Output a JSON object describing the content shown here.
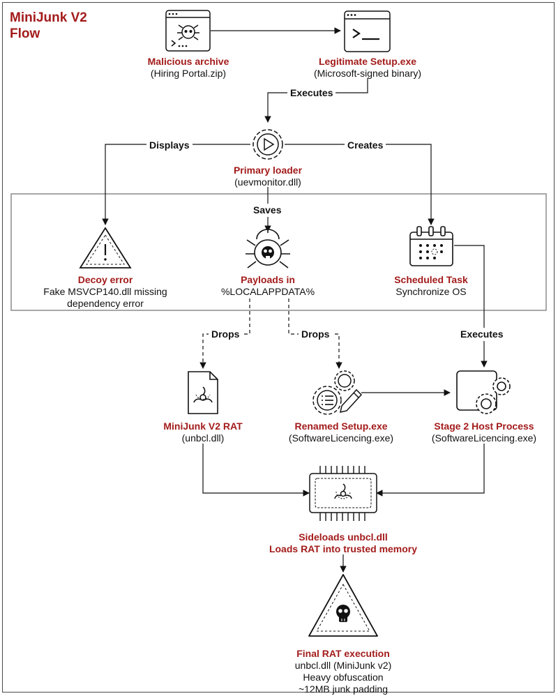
{
  "title": {
    "line1": "MiniJunk V2",
    "line2": "Flow"
  },
  "colors": {
    "accent": "#a31b1b",
    "line": "#111111",
    "box": "#8a8a8a"
  },
  "nodes": {
    "malicious_archive": {
      "icon": "skull-terminal-window-icon",
      "title": "Malicious archive",
      "detail": "(Hiring Portal.zip)"
    },
    "legit_setup": {
      "icon": "terminal-window-icon",
      "title": "Legitimate Setup.exe",
      "detail": "(Microsoft-signed binary)"
    },
    "primary_loader": {
      "icon": "play-gear-icon",
      "title": "Primary loader",
      "detail": "(uevmonitor.dll)"
    },
    "decoy_error": {
      "icon": "warning-triangle-icon",
      "title": "Decoy error",
      "detail1": "Fake MSVCP140.dll missing",
      "detail2": "dependency error"
    },
    "payloads": {
      "icon": "skull-bug-icon",
      "title": "Payloads in",
      "detail": "%LOCALAPPDATA%"
    },
    "scheduled_task": {
      "icon": "calendar-icon",
      "title": "Scheduled Task",
      "detail": "Synchronize OS"
    },
    "rat": {
      "icon": "biohazard-file-icon",
      "title": "MiniJunk V2 RAT",
      "detail": "(unbcl.dll)"
    },
    "renamed_setup": {
      "icon": "gears-edit-icon",
      "title": "Renamed Setup.exe",
      "detail": "(SoftwareLicencing.exe)"
    },
    "stage2": {
      "icon": "window-gears-icon",
      "title": "Stage 2 Host Process",
      "detail": "(SoftwareLicencing.exe)"
    },
    "sideload": {
      "icon": "biohazard-chip-icon",
      "title1": "Sideloads unbcl.dll",
      "title2": "Loads RAT into trusted memory"
    },
    "final": {
      "icon": "skull-warning-icon",
      "title": "Final RAT execution",
      "detail1": "unbcl.dll (MiniJunk v2)",
      "detail2": "Heavy obfuscation",
      "detail3": "~12MB junk padding"
    }
  },
  "edges": {
    "executes_1": "Executes",
    "displays": "Displays",
    "creates": "Creates",
    "saves": "Saves",
    "drops_1": "Drops",
    "drops_2": "Drops",
    "executes_2": "Executes"
  }
}
